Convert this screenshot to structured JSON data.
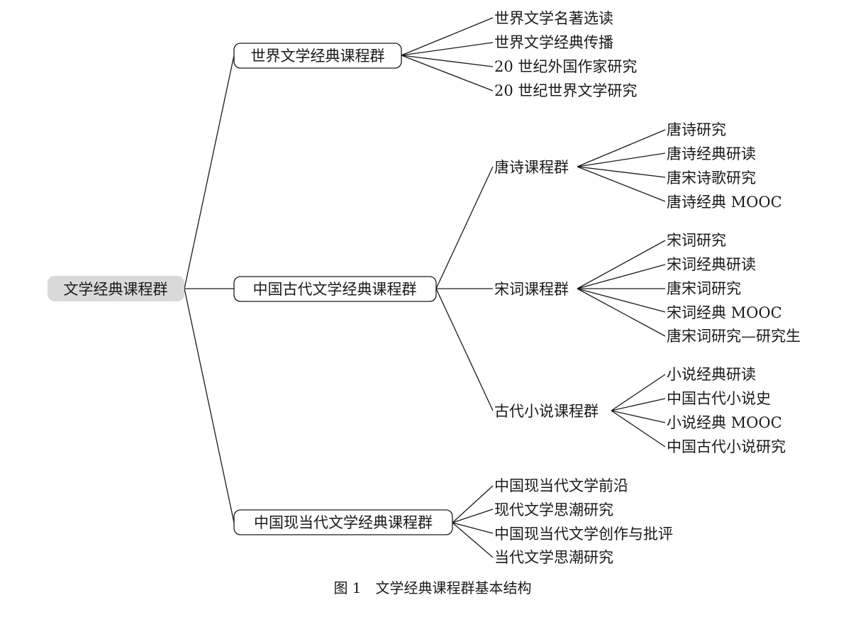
{
  "root": {
    "label": "文学经典课程群"
  },
  "groups": [
    {
      "label": "世界文学经典课程群",
      "courses": [
        "世界文学名著选读",
        "世界文学经典传播",
        "20 世纪外国作家研究",
        "20 世纪世界文学研究"
      ]
    },
    {
      "label": "中国古代文学经典课程群",
      "subgroups": [
        {
          "label": "唐诗课程群",
          "courses": [
            "唐诗研究",
            "唐诗经典研读",
            "唐宋诗歌研究",
            "唐诗经典 MOOC"
          ]
        },
        {
          "label": "宋词课程群",
          "courses": [
            "宋词研究",
            "宋词经典研读",
            "唐宋词研究",
            "宋词经典 MOOC",
            "唐宋词研究—研究生"
          ]
        },
        {
          "label": "古代小说课程群",
          "courses": [
            "小说经典研读",
            "中国古代小说史",
            "小说经典 MOOC",
            "中国古代小说研究"
          ]
        }
      ]
    },
    {
      "label": "中国现当代文学经典课程群",
      "courses": [
        "中国现当代文学前沿",
        "现代文学思潮研究",
        "中国现当代文学创作与批评",
        "当代文学思潮研究"
      ]
    }
  ],
  "caption": "图 1　文学经典课程群基本结构"
}
